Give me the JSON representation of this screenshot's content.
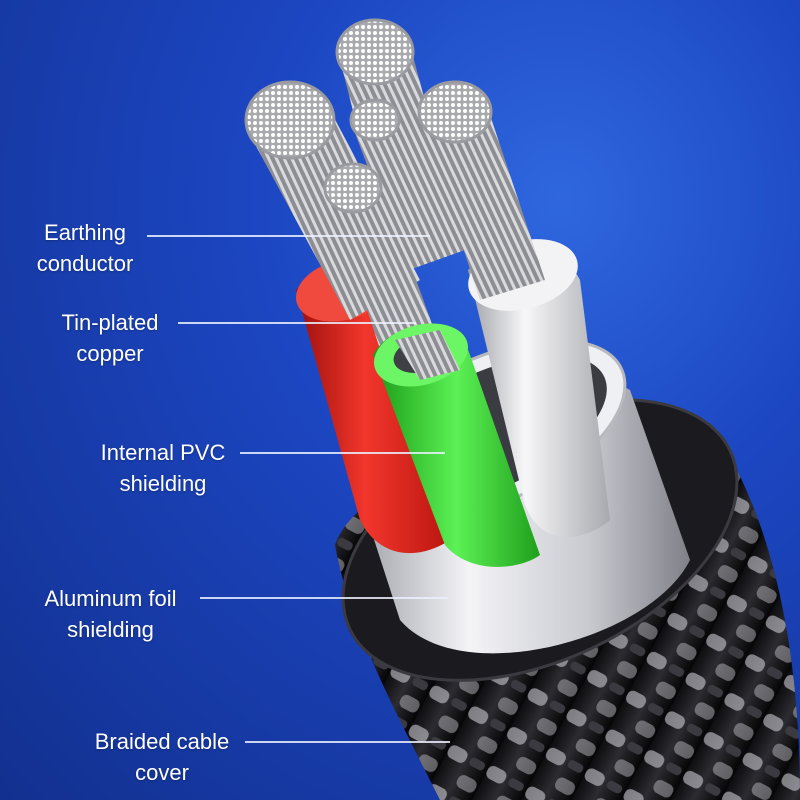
{
  "labels": [
    {
      "line1": "Earthing",
      "line2": "conductor"
    },
    {
      "line1": "Tin-plated",
      "line2": "copper"
    },
    {
      "line1": "Internal PVC",
      "line2": "shielding"
    },
    {
      "line1": "Aluminum foil",
      "line2": "shielding"
    },
    {
      "line1": "Braided cable",
      "line2": "cover"
    }
  ],
  "colors": {
    "background": "#1c46c2",
    "red_core": "#e8211c",
    "green_core": "#2ed62a",
    "white_core": "#e8e8ea",
    "foil": "#dcdde2",
    "braid": "#1e1e22",
    "copper_strands": "#b9b9bd"
  }
}
